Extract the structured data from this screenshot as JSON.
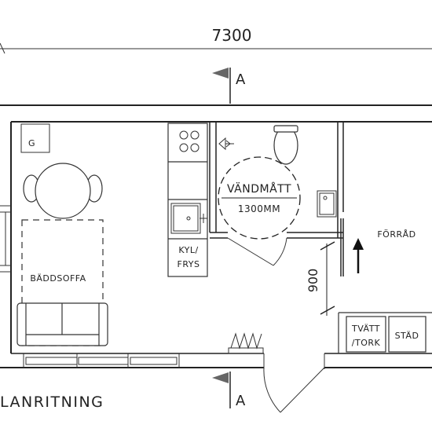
{
  "dimensions": {
    "overall_width": "7300",
    "door_opening": "900"
  },
  "section_markers": {
    "top": "A",
    "bottom": "A"
  },
  "rooms": {
    "bed_sofa": "BÄDDSOFFA",
    "fridge_line1": "KYL/",
    "fridge_line2": "FRYS",
    "turning_circle_line1": "VÄNDMÅTT",
    "turning_circle_line2": "1300MM",
    "storage": "FÖRRÅD",
    "laundry_line1": "TVÄTT",
    "laundry_line2": "/TORK",
    "cleaning": "STÄD",
    "cabinet_g": "G"
  },
  "drawing_title": "LANRITNING"
}
